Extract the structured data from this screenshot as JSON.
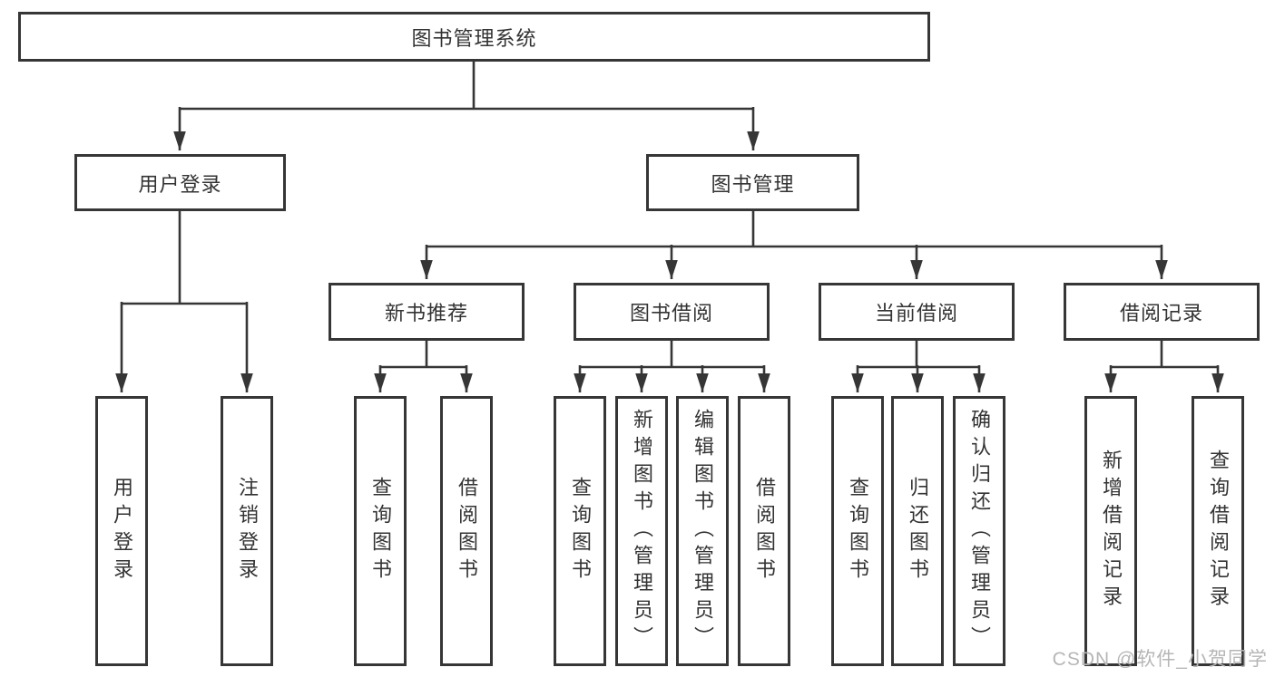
{
  "diagram_type": "functional-structure-tree",
  "tree": {
    "root": {
      "label": "图书管理系统",
      "children": [
        {
          "label": "用户登录",
          "children": [
            {
              "label": "用户登录"
            },
            {
              "label": "注销登录"
            }
          ]
        },
        {
          "label": "图书管理",
          "children": [
            {
              "label": "新书推荐",
              "children": [
                {
                  "label": "查询图书"
                },
                {
                  "label": "借阅图书"
                }
              ]
            },
            {
              "label": "图书借阅",
              "children": [
                {
                  "label": "查询图书"
                },
                {
                  "label": "新增图书（管理员）"
                },
                {
                  "label": "编辑图书（管理员）"
                },
                {
                  "label": "借阅图书"
                }
              ]
            },
            {
              "label": "当前借阅",
              "children": [
                {
                  "label": "查询图书"
                },
                {
                  "label": "归还图书"
                },
                {
                  "label": "确认归还（管理员）"
                }
              ]
            },
            {
              "label": "借阅记录",
              "children": [
                {
                  "label": "新增借阅记录"
                },
                {
                  "label": "查询借阅记录"
                }
              ]
            }
          ]
        }
      ]
    }
  },
  "watermark": {
    "text": "CSDN @软件_小贺同学",
    "color": "#b6b6b6"
  },
  "colors": {
    "background": "#ffffff",
    "node_fill": "#ffffff",
    "node_border": "#363636",
    "line": "#363636",
    "text": "#333333"
  }
}
